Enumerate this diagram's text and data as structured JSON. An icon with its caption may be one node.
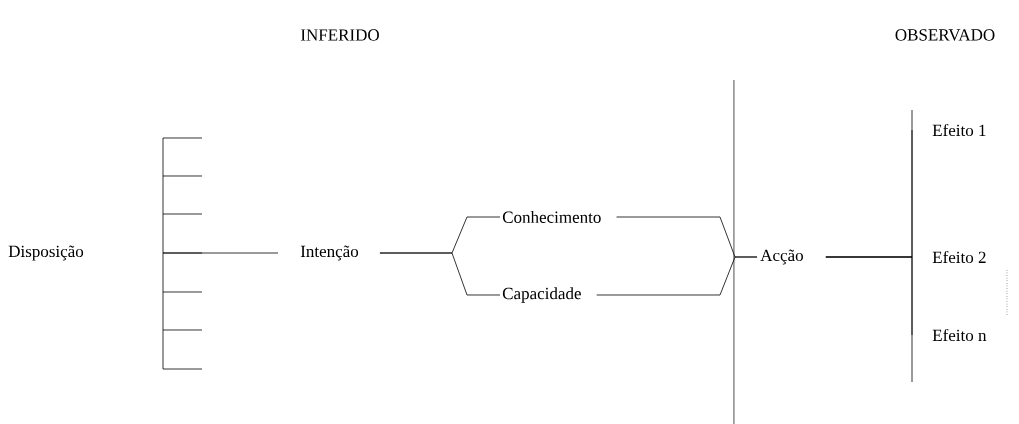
{
  "diagram": {
    "nodes": [
      {
        "text": [
          "Disposição"
        ]
      },
      {
        "text": [
          "Intenção"
        ]
      },
      {
        "text": [
          "Conhecimento"
        ]
      },
      {
        "text": [
          "Capacidade"
        ]
      },
      {
        "text": [
          "Acção"
        ]
      },
      {
        "text": [
          "Efeito 1"
        ]
      },
      {
        "text": [
          "Efeito 2"
        ]
      },
      {
        "text": [
          "Efeito n"
        ]
      }
    ],
    "edges": [
      {
        "from": 0,
        "to": 1,
        "arrow": "none"
      },
      {
        "from": 1,
        "to": 2,
        "arrow": "none"
      },
      {
        "from": 1,
        "to": 3,
        "arrow": "none"
      },
      {
        "from": 2,
        "to": 4,
        "arrow": "none"
      },
      {
        "from": 3,
        "to": 4,
        "arrow": "none"
      },
      {
        "from": 4,
        "to": 5,
        "arrow": "none"
      },
      {
        "from": 4,
        "to": 6,
        "arrow": "none"
      },
      {
        "from": 4,
        "to": 7,
        "arrow": "none"
      }
    ],
    "labels": [
      "INFERIDO",
      "OBSERVADO"
    ]
  }
}
